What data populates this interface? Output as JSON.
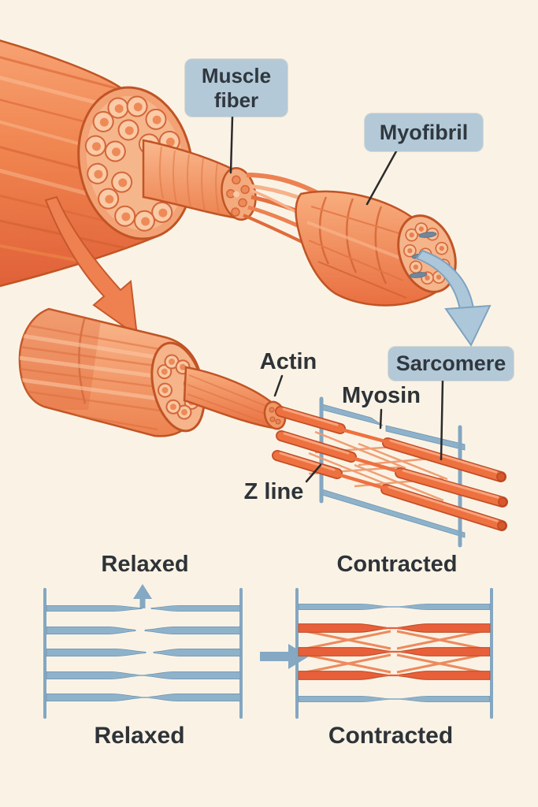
{
  "colors": {
    "background": "#FAF3E5",
    "label_box": "#B4C9D8",
    "label_text": "#2F383F",
    "orange": "#F0854F",
    "orange_dark": "#C15425",
    "contracted_orange": "#E8603A",
    "blue_filament": "#8FB2CB",
    "blue_z_line": "#84A7C2",
    "pointer_line": "#2B2B2B"
  },
  "callouts": {
    "muscle_fiber": {
      "line1": "Muscle",
      "line2": "fiber"
    },
    "myofibril": {
      "label": "Myofibril"
    },
    "sarcomere": {
      "label": "Sarcomere"
    }
  },
  "filament_labels": {
    "actin": "Actin",
    "myosin": "Myosin",
    "z_line": "Z line"
  },
  "comparison": {
    "left_title": "Relaxed",
    "right_title": "Contracted",
    "left_caption": "Relaxed",
    "right_caption": "Contracted"
  }
}
